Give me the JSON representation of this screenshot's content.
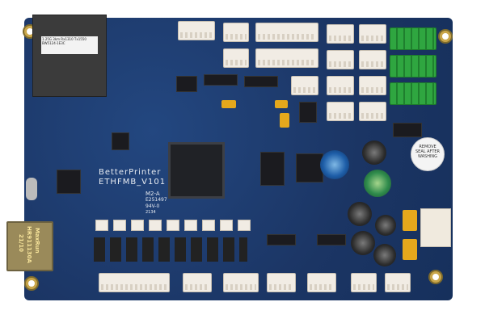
{
  "image": {
    "subject": "Printed circuit board (printer controller mainboard)",
    "background_color": "#ffffff",
    "board_color": "#1d3a6b"
  },
  "silkscreen": {
    "brand": "BetterPrinter",
    "model": "ETHFMB_V101",
    "ul_mark": "M2-A",
    "ul_file": "E251497",
    "flammability": "94V-0",
    "date_code": "2134"
  },
  "ethernet_jack": {
    "brand": "MaxRun",
    "part": "HR911130A",
    "code": "21/10"
  },
  "fiber_module": {
    "label_line1": "1.25G 3km Rx1310 Tx1550",
    "label_line2": "BW5124-1E3C"
  },
  "buzzer": {
    "text": "REMOVE SEAL AFTER WASHING"
  }
}
